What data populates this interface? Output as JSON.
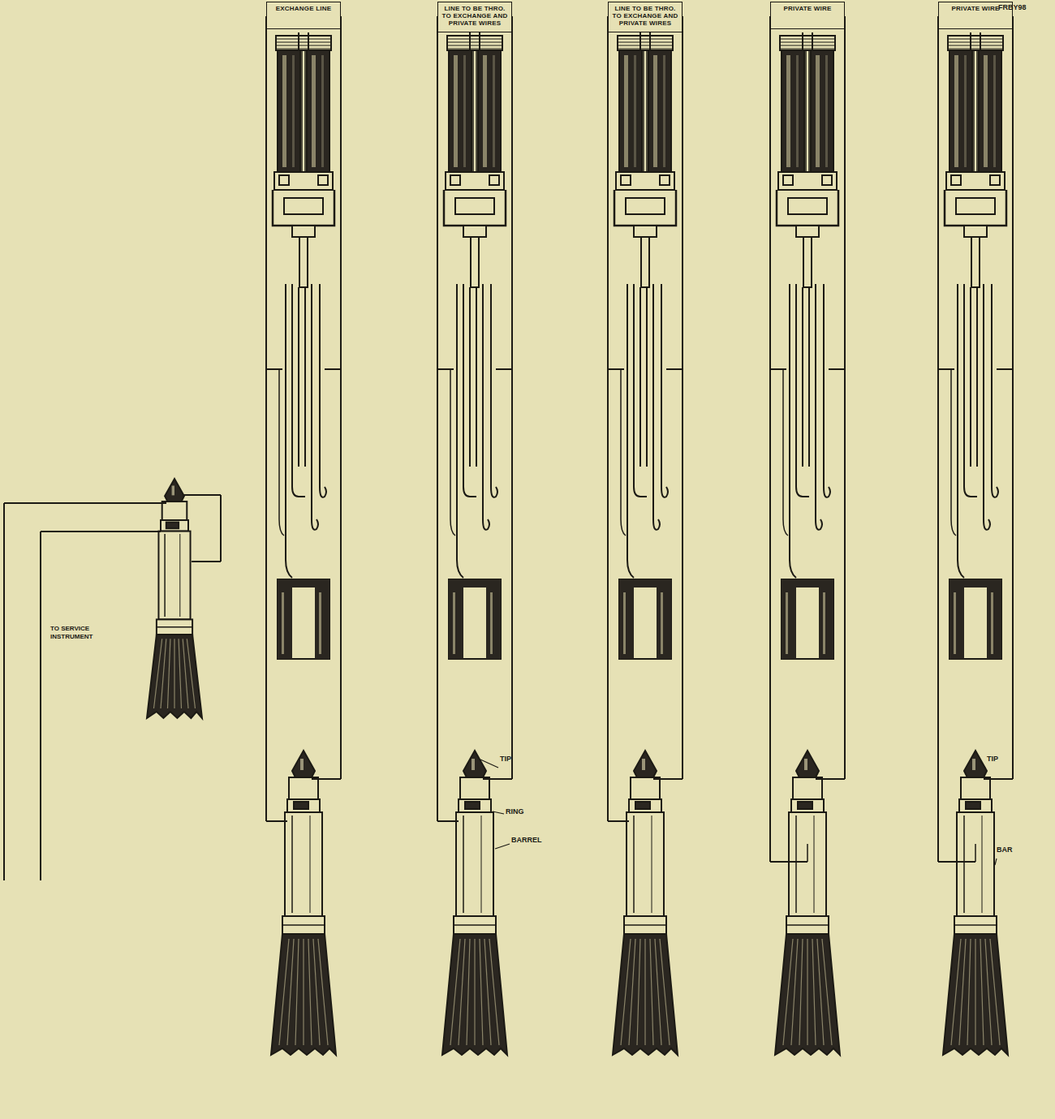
{
  "diagram": {
    "nodes": [
      {
        "text": [
          "EXCHANGE LINE"
        ]
      },
      {
        "text": [
          "LINE TO BE THRO. TO EXCHANGE AND PRIVATE WIRES"
        ]
      },
      {
        "text": [
          "LINE TO BE THRO. TO EXCHANGE AND PRIVATE WIRES"
        ]
      },
      {
        "text": [
          "PRIVATE WIRE"
        ]
      },
      {
        "text": [
          "PRIVATE WIRE"
        ]
      }
    ],
    "edges": [],
    "labels": [
      "TO SERVICE INSTRUMENT",
      "TIP",
      "RING",
      "BARREL",
      "TIP",
      "BAR",
      "FRBY98"
    ]
  }
}
